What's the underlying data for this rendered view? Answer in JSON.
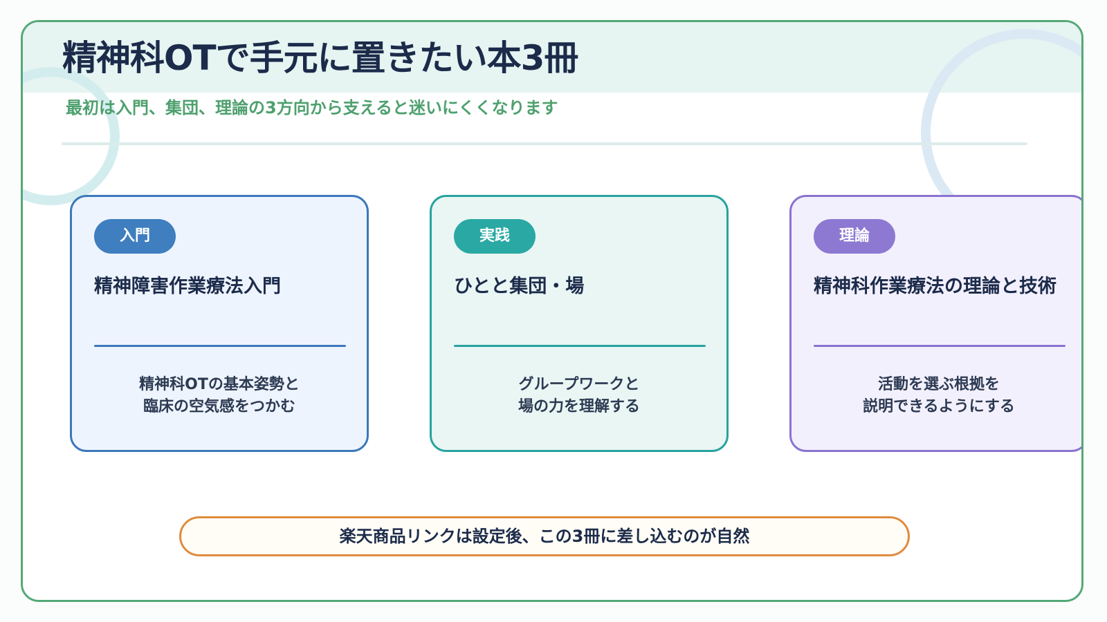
{
  "title": "精神科OTで手元に置きたい本3冊",
  "subtitle": "最初は入門、集団、理論の3方向から支えると迷いにくくなります",
  "cards": [
    {
      "badge": "入門",
      "title": "精神障害作業療法入門",
      "desc_lines": [
        "精神科OTの基本姿勢と",
        "臨床の空気感をつかむ"
      ]
    },
    {
      "badge": "実践",
      "title": "ひとと集団・場",
      "desc_lines": [
        "グループワークと",
        "場の力を理解する"
      ]
    },
    {
      "badge": "理論",
      "title": "精神科作業療法の理論と技術",
      "desc_lines": [
        "活動を選ぶ根拠を",
        "説明できるようにする"
      ]
    }
  ],
  "note": "楽天商品リンクは設定後、この3冊に差し込むのが自然",
  "colors": {
    "frame": "#55a877",
    "title": "#1c2b4a",
    "subtitle": "#4ea06e",
    "card1": "#3b78ba",
    "card2": "#27a3a0",
    "card3": "#8a72cf",
    "note_border": "#e08b3c"
  }
}
